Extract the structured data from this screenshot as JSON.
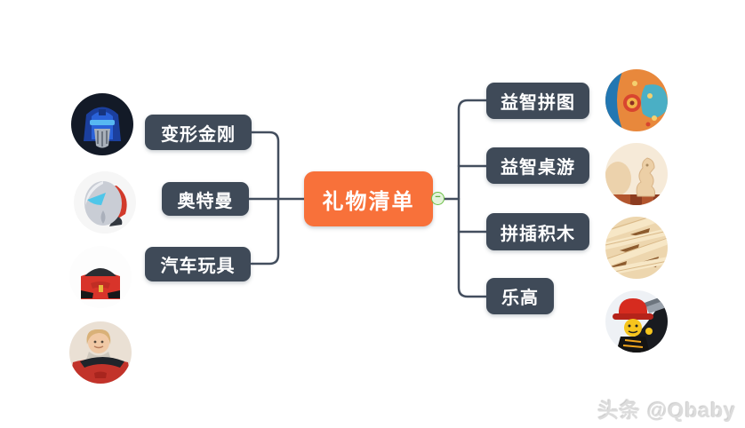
{
  "mindmap": {
    "root": {
      "label": "礼物清单"
    },
    "collapse_button": {
      "symbol": "−"
    },
    "left_branches": [
      {
        "label": "变形金刚",
        "photo": "optimus-prime-toy"
      },
      {
        "label": "奥特曼",
        "photo": "ultraman-mask"
      },
      {
        "label": "汽车玩具",
        "photo": "red-sports-car"
      }
    ],
    "left_extra_photo": "child-driving-toy-car",
    "right_branches": [
      {
        "label": "益智拼图",
        "photo": "colorful-jigsaw-puzzle"
      },
      {
        "label": "益智桌游",
        "photo": "wooden-chess-pieces"
      },
      {
        "label": "拼插积木",
        "photo": "wooden-stick-blocks"
      },
      {
        "label": "乐高",
        "photo": "lego-firefighter-minifigure"
      }
    ],
    "colors": {
      "root_bg": "#F8713A",
      "branch_bg": "#3F4A58",
      "line": "#434E5E",
      "text": "#FFFFFF",
      "collapse_border": "#6CBF47",
      "collapse_bg": "#E4F4DC"
    }
  },
  "watermark": {
    "text": "头条 @Qbaby"
  }
}
